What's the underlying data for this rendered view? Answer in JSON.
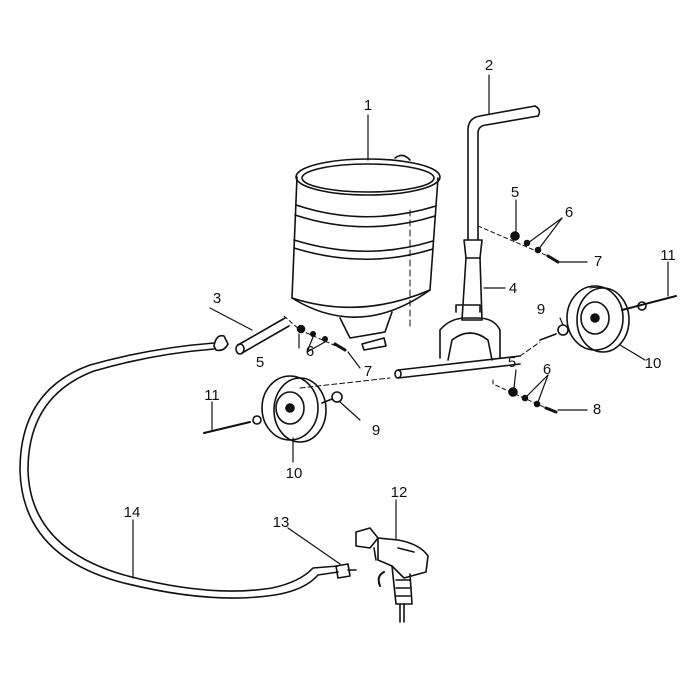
{
  "diagram": {
    "callouts": [
      {
        "id": "c1",
        "label": "1"
      },
      {
        "id": "c2",
        "label": "2"
      },
      {
        "id": "c3",
        "label": "3"
      },
      {
        "id": "c4",
        "label": "4"
      },
      {
        "id": "c5a",
        "label": "5"
      },
      {
        "id": "c5b",
        "label": "5"
      },
      {
        "id": "c5c",
        "label": "5"
      },
      {
        "id": "c6a",
        "label": "6"
      },
      {
        "id": "c6b",
        "label": "6"
      },
      {
        "id": "c6c",
        "label": "6"
      },
      {
        "id": "c7a",
        "label": "7"
      },
      {
        "id": "c7b",
        "label": "7"
      },
      {
        "id": "c8",
        "label": "8"
      },
      {
        "id": "c9a",
        "label": "9"
      },
      {
        "id": "c9b",
        "label": "9"
      },
      {
        "id": "c10a",
        "label": "10"
      },
      {
        "id": "c10b",
        "label": "10"
      },
      {
        "id": "c11a",
        "label": "11"
      },
      {
        "id": "c11b",
        "label": "11"
      },
      {
        "id": "c12",
        "label": "12"
      },
      {
        "id": "c13",
        "label": "13"
      },
      {
        "id": "c14",
        "label": "14"
      }
    ]
  }
}
